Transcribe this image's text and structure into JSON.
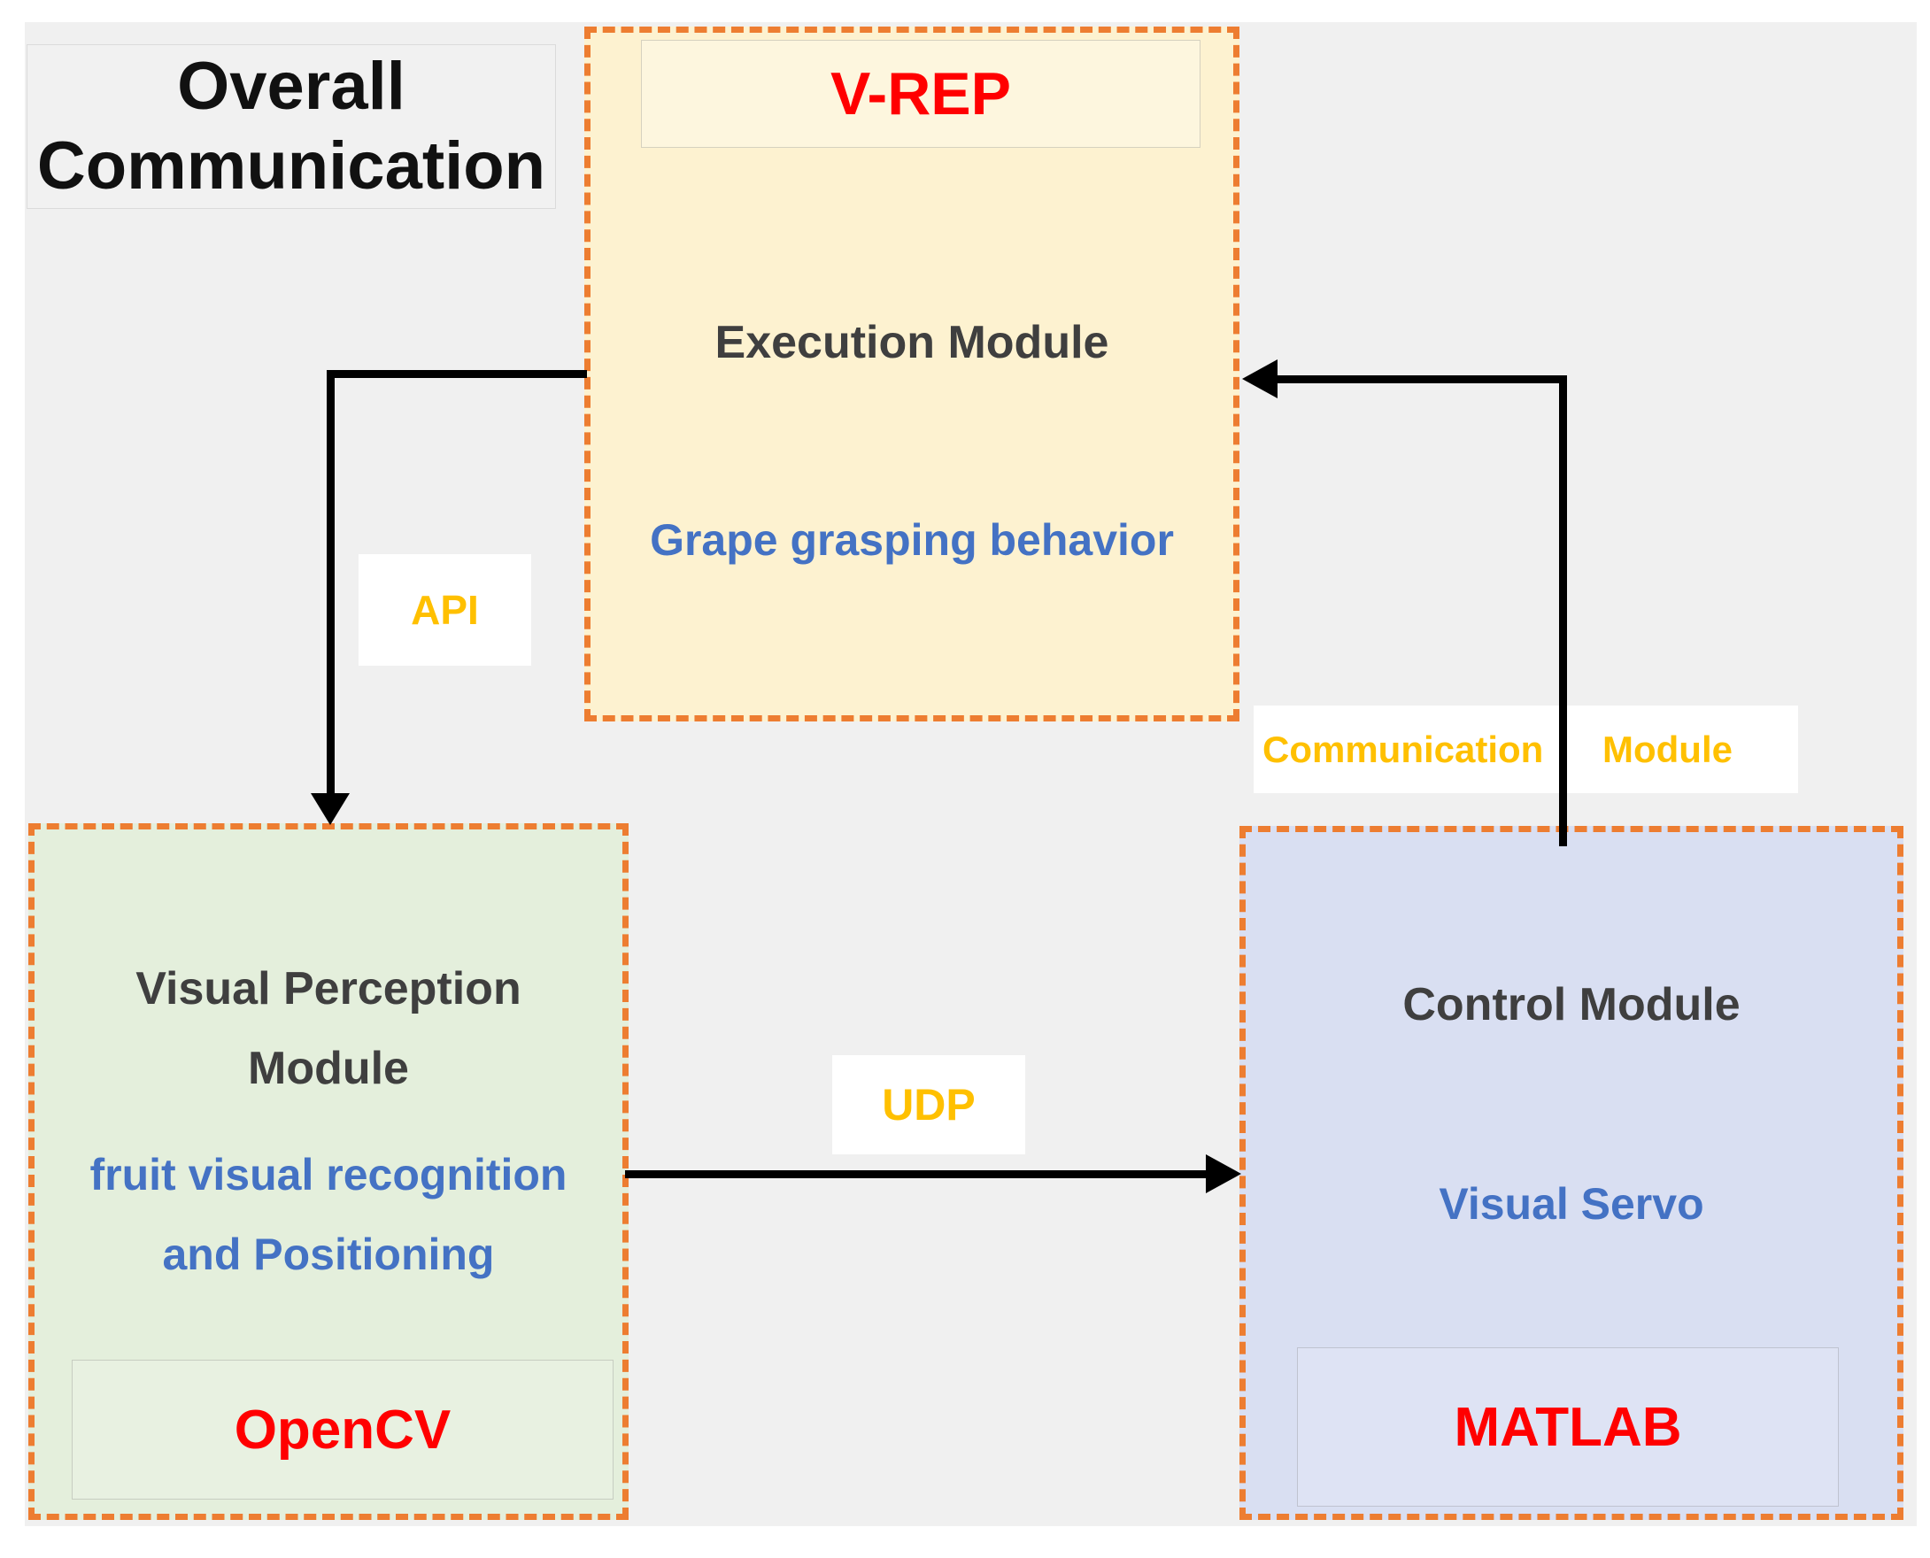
{
  "diagram": {
    "title_lines": [
      "Overall",
      "Communication"
    ],
    "execution": {
      "platform": "V-REP",
      "title": "Execution Module",
      "behavior": "Grape grasping behavior"
    },
    "perception": {
      "title_lines": [
        "Visual Perception",
        "Module"
      ],
      "function_lines": [
        "fruit visual recognition",
        "and Positioning"
      ],
      "platform": "OpenCV"
    },
    "control": {
      "title": "Control Module",
      "function": "Visual Servo",
      "platform": "MATLAB"
    },
    "connections": {
      "api": "API",
      "udp": "UDP",
      "comm_words": [
        "Communication",
        "Module"
      ]
    },
    "colors": {
      "panel": "#F0F0F0",
      "execution_fill": "#FDF2D0",
      "perception_fill": "#E4EFDC",
      "control_fill": "#D9DFF2",
      "dashed_border": "#ED7D31",
      "platform_text": "#FF0000",
      "function_text": "#4472C4",
      "module_title_text": "#3F3F3F",
      "connection_text": "#FFC000",
      "arrow": "#000000"
    }
  }
}
